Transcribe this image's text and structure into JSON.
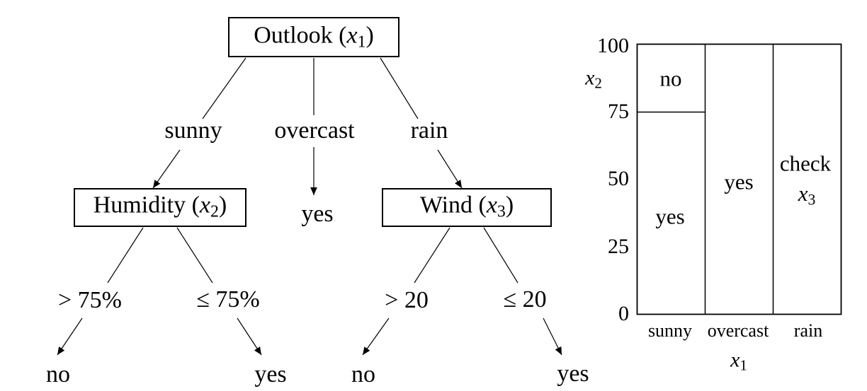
{
  "figure": {
    "background": "#ffffff",
    "stroke_color": "#000000"
  },
  "tree": {
    "nodes": {
      "outlook": {
        "name": "Outlook (",
        "var": "x",
        "sub": "1",
        "close": ")"
      },
      "humidity": {
        "name": "Humidity (",
        "var": "x",
        "sub": "2",
        "close": ")"
      },
      "wind": {
        "name": "Wind (",
        "var": "x",
        "sub": "3",
        "close": ")"
      }
    },
    "branches": {
      "sunny": "sunny",
      "overcast": "overcast",
      "rain": "rain",
      "humidity_high": "> 75%",
      "humidity_low": "≤ 75%",
      "wind_high": "> 20",
      "wind_low": "≤ 20"
    },
    "leaves": {
      "overcast": "yes",
      "humidity_high": "no",
      "humidity_low": "yes",
      "wind_high": "no",
      "wind_low": "yes"
    }
  },
  "chart": {
    "y_ticks": [
      "100",
      "75",
      "50",
      "25",
      "0"
    ],
    "y_axis_var": "x",
    "y_axis_sub": "2",
    "x_axis_var": "x",
    "x_axis_sub": "1",
    "x_categories": [
      "sunny",
      "overcast",
      "rain"
    ],
    "regions": {
      "sunny_top": "no",
      "sunny_bottom": "yes",
      "overcast": "yes",
      "rain_line1": "check",
      "rain_var": "x",
      "rain_sub": "3"
    }
  },
  "chart_data": {
    "type": "table",
    "title": "",
    "xlabel": "x1",
    "ylabel": "x2",
    "x_categories": [
      "sunny",
      "overcast",
      "rain"
    ],
    "ylim": [
      0,
      100
    ],
    "yticks": [
      0,
      25,
      50,
      75,
      100
    ],
    "grid": false,
    "regions": [
      {
        "x1": "sunny",
        "x2_range": [
          75,
          100
        ],
        "label": "no"
      },
      {
        "x1": "sunny",
        "x2_range": [
          0,
          75
        ],
        "label": "yes"
      },
      {
        "x1": "overcast",
        "x2_range": [
          0,
          100
        ],
        "label": "yes"
      },
      {
        "x1": "rain",
        "x2_range": [
          0,
          100
        ],
        "label": "check x3"
      }
    ]
  }
}
